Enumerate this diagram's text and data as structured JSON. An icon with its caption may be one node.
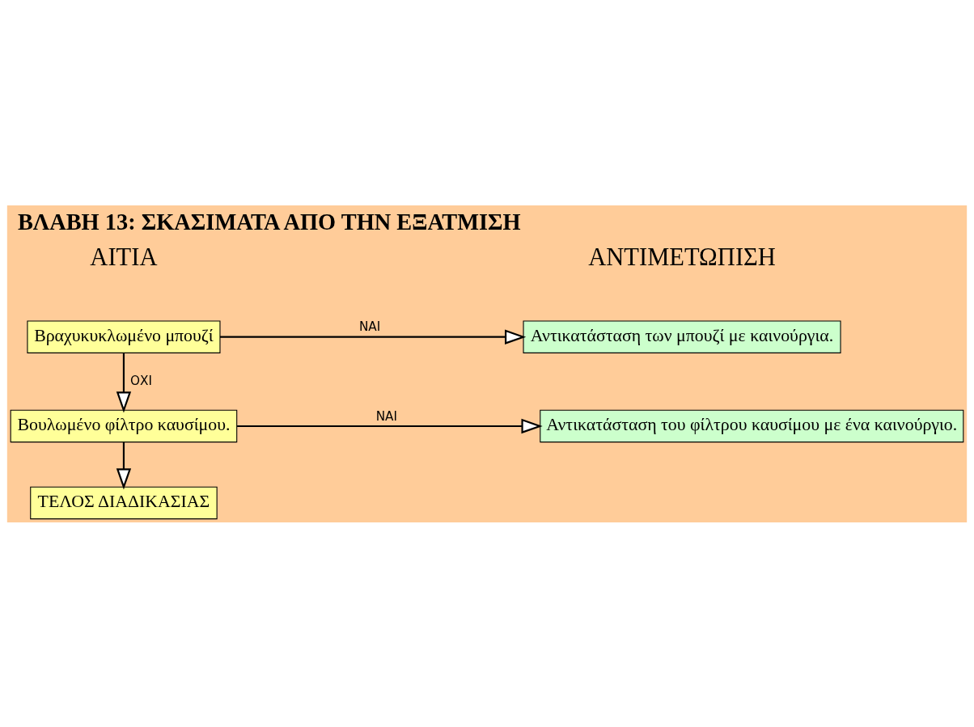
{
  "diagram": {
    "title": "ΒΛΑΒΗ 13: ΣΚΑΣΙΜΑΤΑ ΑΠΟ ΤΗΝ ΕΞΑΤΜΙΣΗ",
    "nodes": [
      {
        "text": [
          "Βραχυκυκλωμένο μπουζί"
        ]
      },
      {
        "text": [
          "Αντικατάσταση των μπουζί με καινούργια."
        ]
      },
      {
        "text": [
          "Βουλωμένο φίλτρο καυσίμου."
        ]
      },
      {
        "text": [
          "Αντικατάσταση του φίλτρου καυσίμου με ένα καινούργιο."
        ]
      },
      {
        "text": [
          "ΤΕΛΟΣ ΔΙΑΔΙΚΑΣΙΑΣ"
        ]
      }
    ],
    "edges": [
      {
        "from": 0,
        "to": 1,
        "arrow": "to",
        "label": "ΝΑΙ"
      },
      {
        "from": 0,
        "to": 2,
        "arrow": "to",
        "label": "ΟΧΙ"
      },
      {
        "from": 2,
        "to": 3,
        "arrow": "to",
        "label": "ΝΑΙ"
      },
      {
        "from": 2,
        "to": 4,
        "arrow": "to"
      }
    ],
    "labels": [
      "ΑΙΤΙΑ",
      "ΑΝΤΙΜΕΤΩΠΙΣΗ"
    ]
  }
}
